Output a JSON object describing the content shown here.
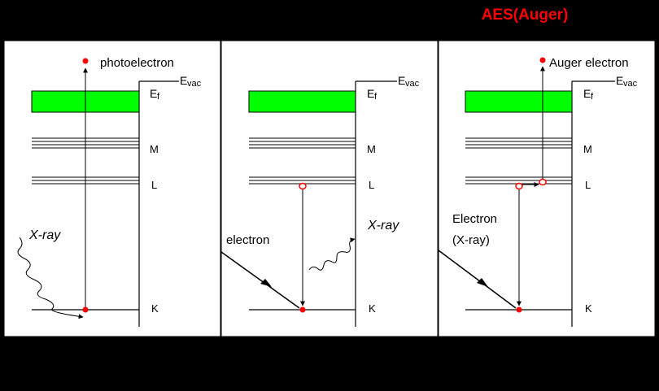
{
  "title": "AES(Auger)",
  "colors": {
    "band_fill": "#00ff00",
    "marker": "#ff0000",
    "panel_bg": "#ffffff",
    "line": "#000000"
  },
  "level_labels": {
    "evac": "vac",
    "ef": "f",
    "m": "M",
    "l": "L",
    "k": "K"
  },
  "panels": [
    {
      "id": "xps",
      "label_photoelectron": "photoelectron",
      "label_xray": "X-ray"
    },
    {
      "id": "xrf",
      "label_electron": "electron",
      "label_xray": "X-ray"
    },
    {
      "id": "aes",
      "label_auger": "Auger electron",
      "label_electron": "Electron",
      "label_xray_paren": "(X-ray)"
    }
  ]
}
